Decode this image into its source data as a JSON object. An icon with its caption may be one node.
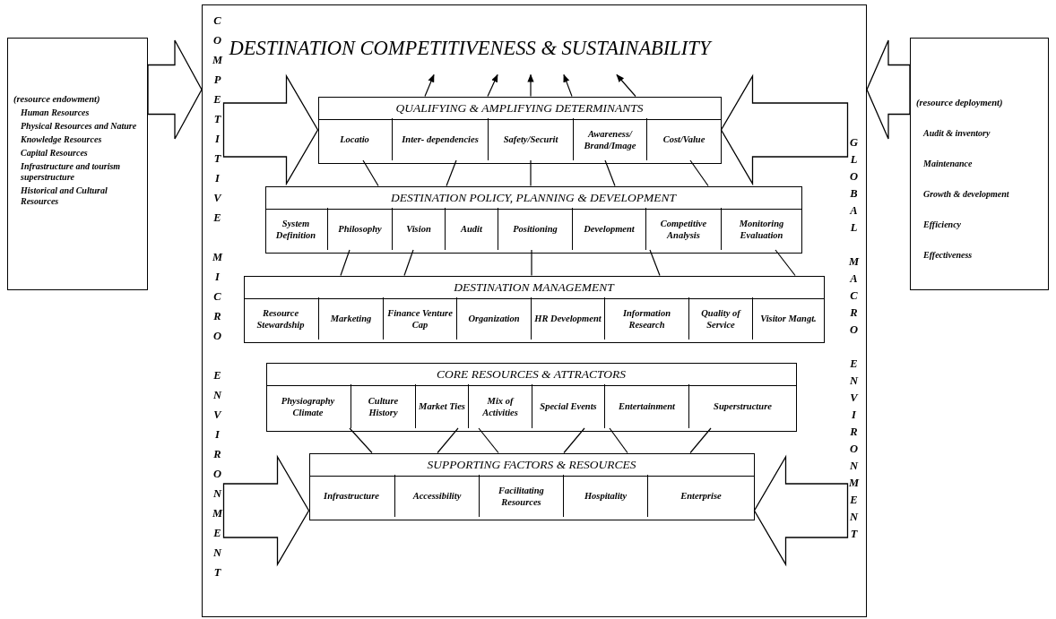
{
  "diagram": {
    "nodes": [
      {
        "text": [
          "(resource endowment)",
          "Human Resources",
          "Physical Resources and Nature",
          "Knowledge Resources",
          "Capital Resources",
          "Infrastructure and tourism superstructure",
          "Historical and Cultural Resources"
        ]
      },
      {
        "text": [],
        "shape": "box"
      },
      {
        "text": [
          "DESTINATION COMPETITIVENESS & SUSTAINABILITY"
        ],
        "in": 1
      },
      {
        "text": [
          "COMPETITIVE MICRO ENVIRONMENT"
        ],
        "in": 1
      },
      {
        "text": [
          "GLOBAL MACRO ENVIRONMENT"
        ],
        "in": 1
      },
      {
        "text": [
          "QUALIFYING & AMPLIFYING DETERMINANTS"
        ],
        "in": 1
      },
      {
        "text": [
          "Locatio"
        ],
        "in": 5
      },
      {
        "text": [
          "Inter- dependencies"
        ],
        "in": 5
      },
      {
        "text": [
          "Safety/Securit"
        ],
        "in": 5
      },
      {
        "text": [
          "Awareness/ Brand/Image"
        ],
        "in": 5
      },
      {
        "text": [
          "Cost/Value"
        ],
        "in": 5
      },
      {
        "text": [
          "DESTINATION POLICY, PLANNING & DEVELOPMENT"
        ],
        "in": 1
      },
      {
        "text": [
          "System Definition"
        ],
        "in": 11
      },
      {
        "text": [
          "Philosophy"
        ],
        "in": 11
      },
      {
        "text": [
          "Vision"
        ],
        "in": 11
      },
      {
        "text": [
          "Audit"
        ],
        "in": 11
      },
      {
        "text": [
          "Positioning"
        ],
        "in": 11
      },
      {
        "text": [
          "Development"
        ],
        "in": 11
      },
      {
        "text": [
          "Competitive Analysis"
        ],
        "in": 11
      },
      {
        "text": [
          "Monitoring Evaluation"
        ],
        "in": 11
      },
      {
        "text": [
          "DESTINATION MANAGEMENT"
        ],
        "in": 1
      },
      {
        "text": [
          "Resource Stewardship"
        ],
        "in": 20
      },
      {
        "text": [
          "Marketing"
        ],
        "in": 20
      },
      {
        "text": [
          "Finance Venture Cap"
        ],
        "in": 20
      },
      {
        "text": [
          "Organization"
        ],
        "in": 20
      },
      {
        "text": [
          "HR Development"
        ],
        "in": 20
      },
      {
        "text": [
          "Information Research"
        ],
        "in": 20
      },
      {
        "text": [
          "Quality of Service"
        ],
        "in": 20
      },
      {
        "text": [
          "Visitor Mangt."
        ],
        "in": 20
      },
      {
        "text": [
          "CORE RESOURCES & ATTRACTORS"
        ],
        "in": 1
      },
      {
        "text": [
          "Physiography Climate"
        ],
        "in": 29
      },
      {
        "text": [
          "Culture History"
        ],
        "in": 29
      },
      {
        "text": [
          "Market Ties"
        ],
        "in": 29
      },
      {
        "text": [
          "Mix of Activities"
        ],
        "in": 29
      },
      {
        "text": [
          "Special Events"
        ],
        "in": 29
      },
      {
        "text": [
          "Entertainment"
        ],
        "in": 29
      },
      {
        "text": [
          "Superstructure"
        ],
        "in": 29
      },
      {
        "text": [
          "SUPPORTING FACTORS & RESOURCES"
        ],
        "in": 1
      },
      {
        "text": [
          "Infrastructure"
        ],
        "in": 37
      },
      {
        "text": [
          "Accessibility"
        ],
        "in": 37
      },
      {
        "text": [
          "Facilitating Resources"
        ],
        "in": 37
      },
      {
        "text": [
          "Hospitality"
        ],
        "in": 37
      },
      {
        "text": [
          "Enterprise"
        ],
        "in": 37
      },
      {
        "text": [
          "(resource deployment)",
          "Audit & inventory",
          "Maintenance",
          "Growth & development",
          "Efficiency",
          "Effectiveness"
        ]
      }
    ],
    "edges": [
      {
        "from": 5,
        "to": 2,
        "arrow": "to"
      },
      {
        "from": 5,
        "to": 2,
        "arrow": "to"
      },
      {
        "from": 5,
        "to": 2,
        "arrow": "to"
      },
      {
        "from": 5,
        "to": 2,
        "arrow": "to"
      },
      {
        "from": 5,
        "to": 2,
        "arrow": "to"
      },
      {
        "from": 6,
        "to": 11,
        "arrow": "none"
      },
      {
        "from": 7,
        "to": 11,
        "arrow": "none"
      },
      {
        "from": 8,
        "to": 11,
        "arrow": "none"
      },
      {
        "from": 9,
        "to": 11,
        "arrow": "none"
      },
      {
        "from": 10,
        "to": 11,
        "arrow": "none"
      },
      {
        "from": 13,
        "to": 20,
        "arrow": "none"
      },
      {
        "from": 14,
        "to": 20,
        "arrow": "none"
      },
      {
        "from": 16,
        "to": 20,
        "arrow": "none"
      },
      {
        "from": 18,
        "to": 20,
        "arrow": "none"
      },
      {
        "from": 19,
        "to": 20,
        "arrow": "none"
      },
      {
        "from": 30,
        "to": 37,
        "arrow": "none"
      },
      {
        "from": 32,
        "to": 37,
        "arrow": "none"
      },
      {
        "from": 33,
        "to": 37,
        "arrow": "none"
      },
      {
        "from": 34,
        "to": 37,
        "arrow": "none"
      },
      {
        "from": 35,
        "to": 37,
        "arrow": "none"
      },
      {
        "from": 36,
        "to": 37,
        "arrow": "none"
      },
      {
        "from": 0,
        "to": 1,
        "arrow": "to",
        "style": "thick"
      },
      {
        "from": 43,
        "to": 1,
        "arrow": "to",
        "style": "thick"
      },
      {
        "from": 3,
        "to": 5,
        "arrow": "to",
        "style": "thick"
      },
      {
        "from": 3,
        "to": 37,
        "arrow": "to",
        "style": "thick"
      },
      {
        "from": 4,
        "to": 5,
        "arrow": "to",
        "style": "thick"
      },
      {
        "from": 4,
        "to": 37,
        "arrow": "to",
        "style": "thick"
      }
    ]
  }
}
